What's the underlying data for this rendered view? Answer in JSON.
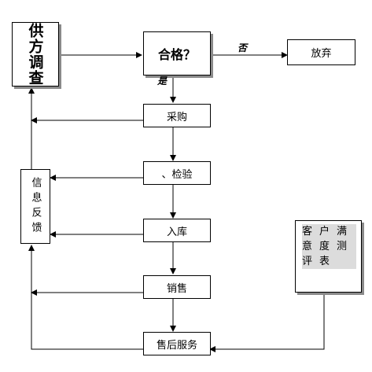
{
  "nodes": {
    "supplier_survey": "供方调查",
    "qualified": "合格？",
    "discard": "放弃",
    "purchase": "采购",
    "inspection": "、检验",
    "warehousing": "入库",
    "sales": "销售",
    "after_sales": "售后服务",
    "feedback": "信息反馈",
    "customer_satisfaction": "客户满意度测评表"
  },
  "labels": {
    "no": "否",
    "yes": "是"
  }
}
